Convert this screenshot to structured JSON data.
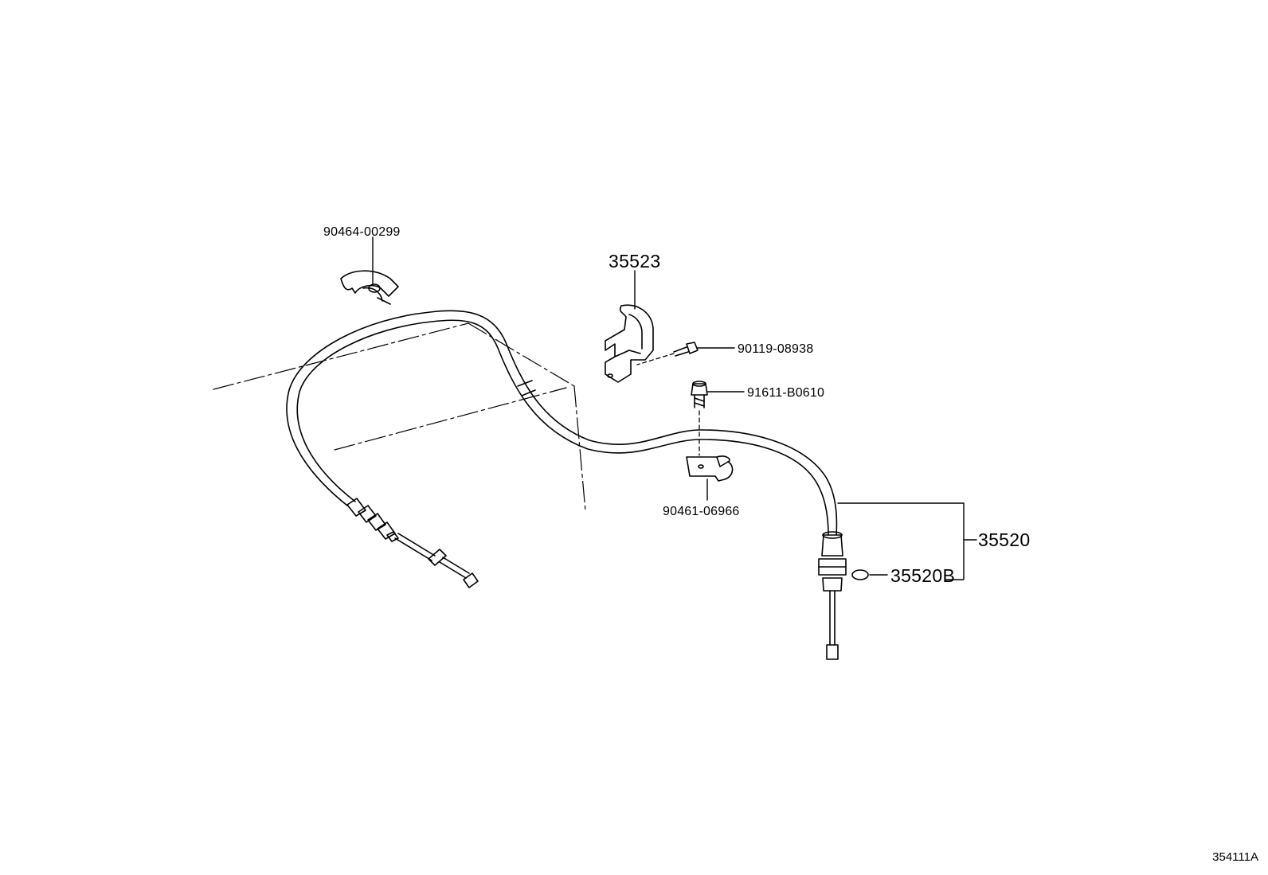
{
  "diagram_id": "354111A",
  "parts": [
    {
      "id": "p-clamp",
      "number": "90464-00299"
    },
    {
      "id": "p-bracket",
      "number": "35523"
    },
    {
      "id": "p-bolt-a",
      "number": "90119-08938"
    },
    {
      "id": "p-bolt-b",
      "number": "91611-B0610"
    },
    {
      "id": "p-clip",
      "number": "90461-06966"
    },
    {
      "id": "p-cable",
      "number": "35520"
    },
    {
      "id": "p-oring",
      "number": "35520B"
    }
  ]
}
